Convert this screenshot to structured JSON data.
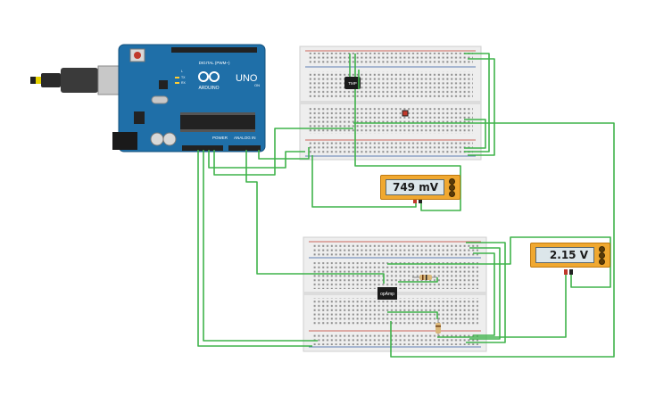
{
  "arduino": {
    "brand": "ARDUINO",
    "model": "UNO",
    "digital_header_label": "DIGITAL (PWM~)",
    "power_header_label": "POWER",
    "analog_header_label": "ANALOG IN",
    "on_label": "ON",
    "tx_label": "TX",
    "rx_label": "RX",
    "l_label": "L"
  },
  "top_breadboard": {
    "sensor_label": "TMP"
  },
  "bottom_breadboard": {
    "chip_label": "opAmp"
  },
  "meter_top": {
    "reading": "749 mV"
  },
  "meter_right": {
    "reading": "2.15 V"
  },
  "colors": {
    "wire": "#3fb34a",
    "board": "#1f6fa8",
    "meter_body": "#f0a830",
    "breadboard": "#eeeeee"
  }
}
